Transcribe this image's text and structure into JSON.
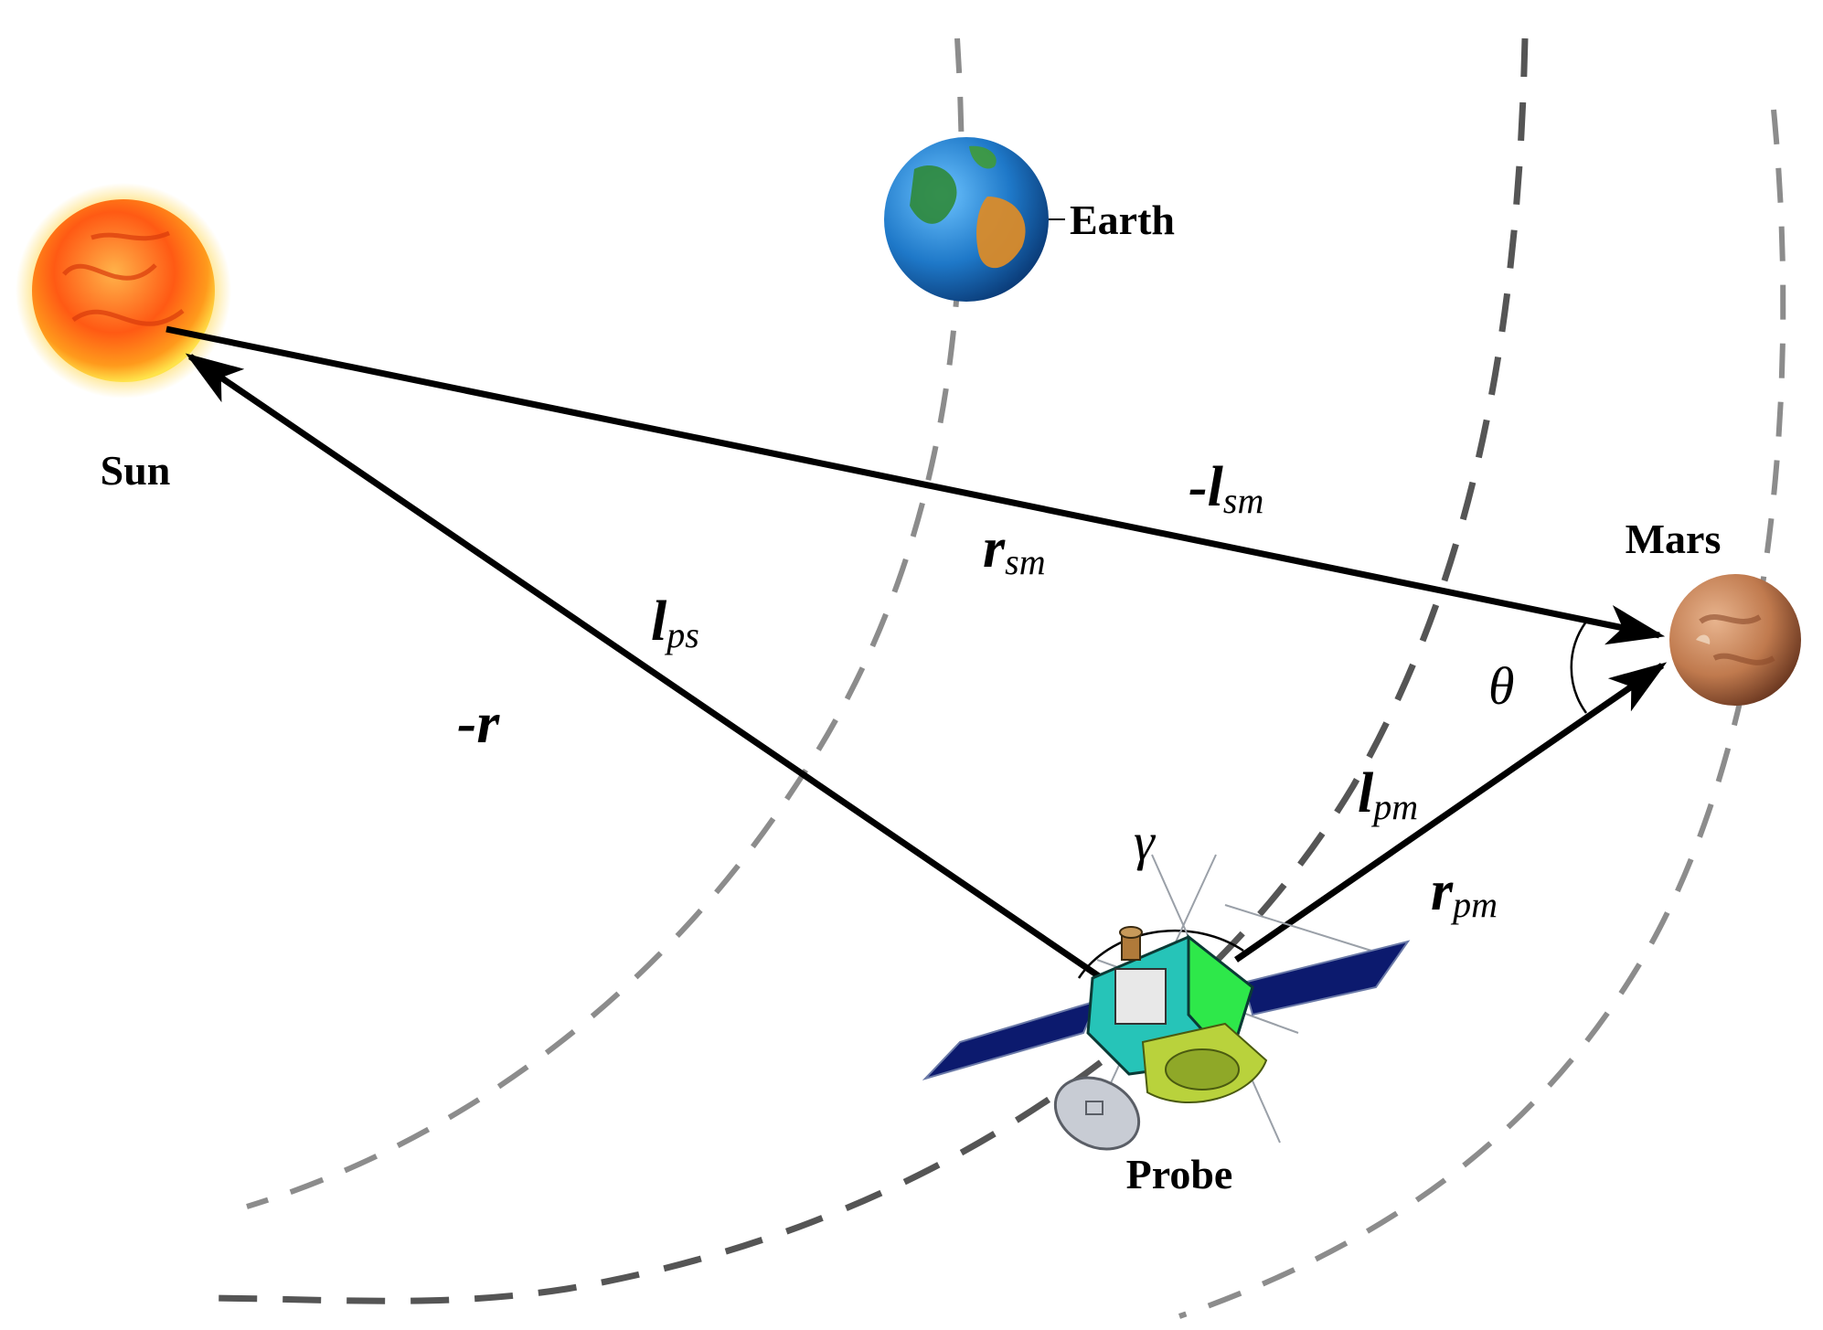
{
  "bodies": {
    "sun": "Sun",
    "earth": "Earth",
    "mars": "Mars",
    "probe": "Probe"
  },
  "vectors": {
    "neg_l_sm": {
      "prefix": "-",
      "main": "l",
      "sub": "sm"
    },
    "r_sm": {
      "prefix": "",
      "main": "r",
      "sub": "sm"
    },
    "l_ps": {
      "prefix": "",
      "main": "l",
      "sub": "ps"
    },
    "neg_r": {
      "prefix": "-",
      "main": "r",
      "sub": ""
    },
    "l_pm": {
      "prefix": "",
      "main": "l",
      "sub": "pm"
    },
    "r_pm": {
      "prefix": "",
      "main": "r",
      "sub": "pm"
    }
  },
  "angles": {
    "theta": "θ",
    "gamma": "γ"
  },
  "colors": {
    "arrow": "#000000",
    "orbit_light": "#8c8c8c",
    "orbit_dark": "#555555",
    "sun_core": "#ff7a1a",
    "sun_rim": "#ffd23a",
    "earth_ocean": "#1e78c8",
    "earth_land": "#2f8a3a",
    "mars": "#c98a5e",
    "panel": "#0c1a6e",
    "probe_green": "#2ee84a",
    "probe_nozzle": "#b9d23c"
  }
}
